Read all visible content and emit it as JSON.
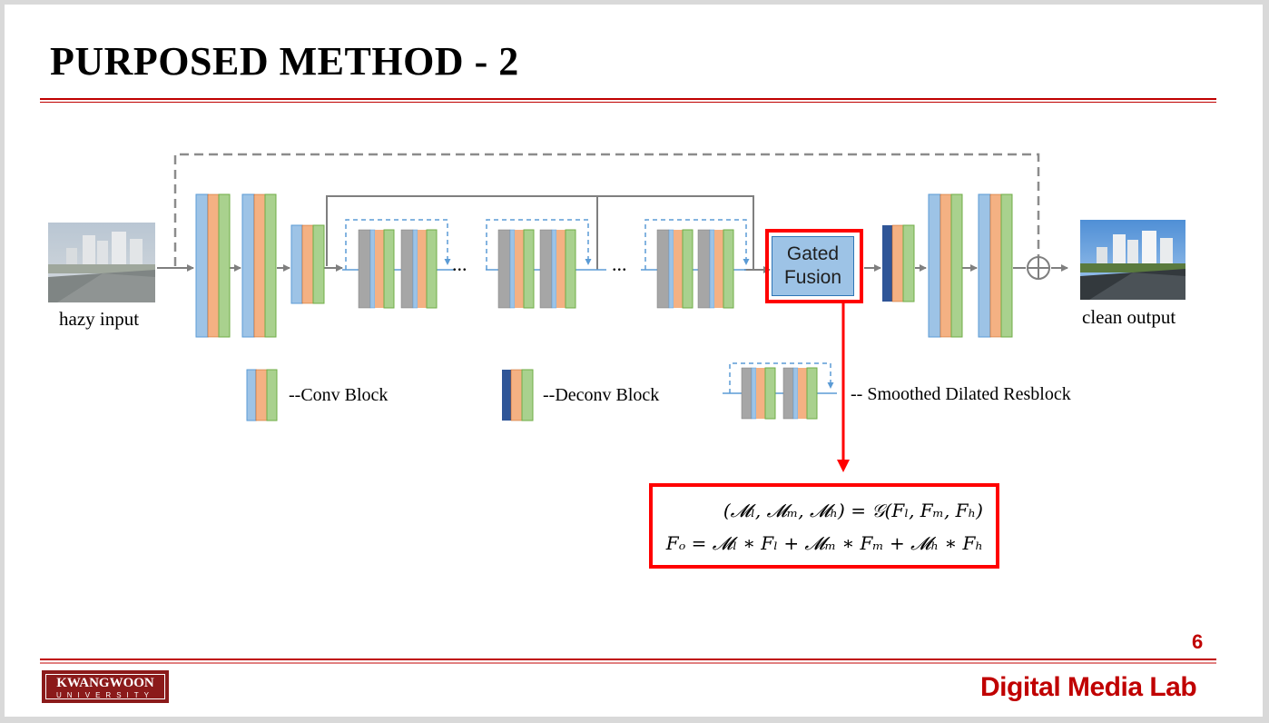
{
  "slide": {
    "title": "PURPOSED METHOD - 2",
    "page_number": "6",
    "lab_name": "Digital Media Lab",
    "logo": {
      "name": "KWANGWOON",
      "sub": "UNIVERSITY"
    }
  },
  "diagram": {
    "input_label": "hazy input",
    "output_label": "clean output",
    "gated_fusion_label": "Gated Fusion",
    "ellipsis": "...",
    "legend": {
      "conv": "--Conv Block",
      "deconv": "--Deconv Block",
      "resblock": "-- Smoothed Dilated Resblock"
    },
    "equations": {
      "line1": "(𝓜ₗ, 𝓜ₘ, 𝓜ₕ) = 𝒢(Fₗ, Fₘ, Fₕ)",
      "line2": "Fₒ = 𝓜ₗ ∗ Fₗ + 𝓜ₘ ∗ Fₘ + 𝓜ₕ ∗ Fₕ"
    }
  },
  "colors": {
    "accent": "#c00000",
    "highlight": "#ff0000",
    "conv_blue": "#9dc3e6",
    "conv_orange": "#f4b183",
    "conv_green": "#a9d18e",
    "deconv_blue": "#2f5597",
    "gray": "#a6a6a6"
  }
}
